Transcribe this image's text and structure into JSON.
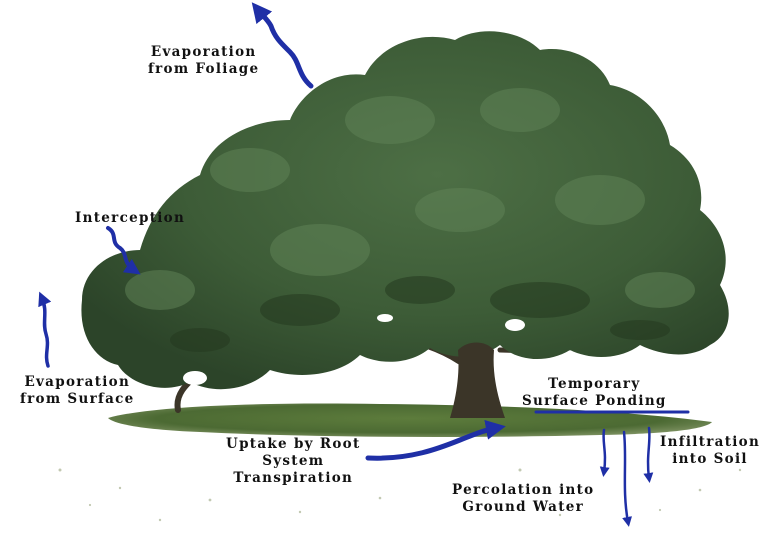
{
  "labels": {
    "evaporation_foliage": [
      "Evaporation",
      "from Foliage"
    ],
    "interception": "Interception",
    "evaporation_surface": [
      "Evaporation",
      "from Surface"
    ],
    "temporary_ponding": [
      "Temporary",
      "Surface Ponding"
    ],
    "uptake": [
      "Uptake by Root",
      "System",
      "Transpiration"
    ],
    "infiltration": [
      "Infiltration",
      "into Soil"
    ],
    "percolation": [
      "Percolation into",
      "Ground Water"
    ]
  },
  "colors": {
    "arrow": "#1f2fa6",
    "foliage_dark": "#2f4a2c",
    "foliage_mid": "#44663d",
    "foliage_light": "#5f8256",
    "trunk": "#3b3528",
    "grass": "#4f6f35"
  }
}
